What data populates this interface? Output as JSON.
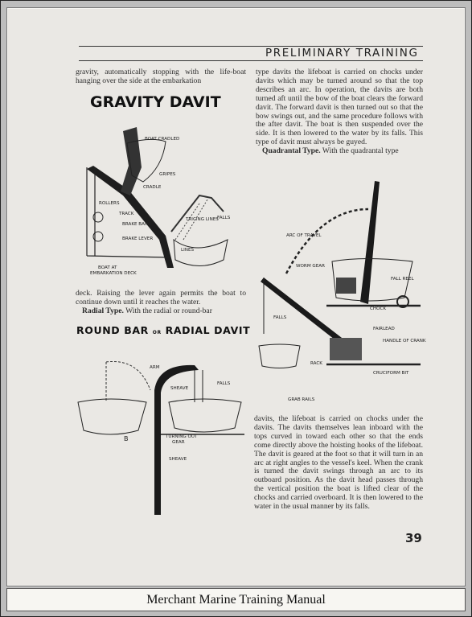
{
  "page": {
    "header": "PRELIMINARY TRAINING",
    "page_number": "39",
    "caption": "Merchant Marine Training Manual"
  },
  "text": {
    "left_top": "gravity, automatically stopping with the life-boat hanging over the side at the embarkation",
    "left_middle_a": "deck. Raising the lever again permits the boat to continue down until it reaches the water.",
    "left_middle_b_label": "Radial Type.",
    "left_middle_b": " With the radial or round-bar",
    "right_top": "type davits the lifeboat is carried on chocks under davits which may be turned around so that the top describes an arc. In operation, the davits are both turned aft until the bow of the boat clears the forward davit. The forward davit is then turned out so that the bow swings out, and the same procedure follows with the after davit. The boat is then suspended over the side. It is then lowered to the water by its falls. This type of davit must always be guyed.",
    "right_quadrantal_label": "Quadrantal Type.",
    "right_quadrantal": " With the quadrantal type",
    "right_bottom": "davits, the lifeboat is carried on chocks under the davits. The davits themselves lean inboard with the tops curved in toward each other so that the ends come directly above the hoisting hooks of the lifeboat. The davit is geared at the foot so that it will turn in an arc at right angles to the vessel's keel. When the crank is turned the davit swings through an arc to its outboard position. As the davit head passes through the vertical position the boat is lifted clear of the chocks and carried overboard. It is then lowered to the water in the usual manner by its falls."
  },
  "figures": {
    "gravity": {
      "title": "GRAVITY DAVIT",
      "labels": {
        "boat_cradled": "BOAT CRADLED",
        "gripes": "GRIPES",
        "cradle": "CRADLE",
        "rollers": "ROLLERS",
        "track": "TRACK",
        "brake_band": "BRAKE BAND",
        "brake_lever": "BRAKE LEVER",
        "tricing_lines": "TRICING LINES",
        "falls": "FALLS",
        "lines": "LINES",
        "boat_at": "BOAT AT",
        "embarkation_deck": "EMBARKATION DECK"
      }
    },
    "radial": {
      "title_a": "ROUND BAR",
      "title_or": "OR",
      "title_b": "RADIAL DAVIT",
      "labels": {
        "arm": "ARM",
        "sheave_top": "SHEAVE",
        "falls": "FALLS",
        "b": "B",
        "turning_out": "TURNING OUT",
        "gear": "GEAR",
        "sheave_bottom": "SHEAVE"
      }
    },
    "quadrantal": {
      "labels": {
        "arc_of_travel": "ARC OF TRAVEL",
        "worm_gear": "WORM GEAR",
        "fall_reel": "FALL REEL",
        "chock": "CHOCK",
        "falls": "FALLS",
        "fairlead": "FAIRLEAD",
        "handle_of_crank": "HANDLE OF CRANK",
        "rack": "RACK",
        "cruciform_bit": "CRUCIFORM BIT",
        "grab_rails": "GRAB RAILS"
      }
    }
  }
}
